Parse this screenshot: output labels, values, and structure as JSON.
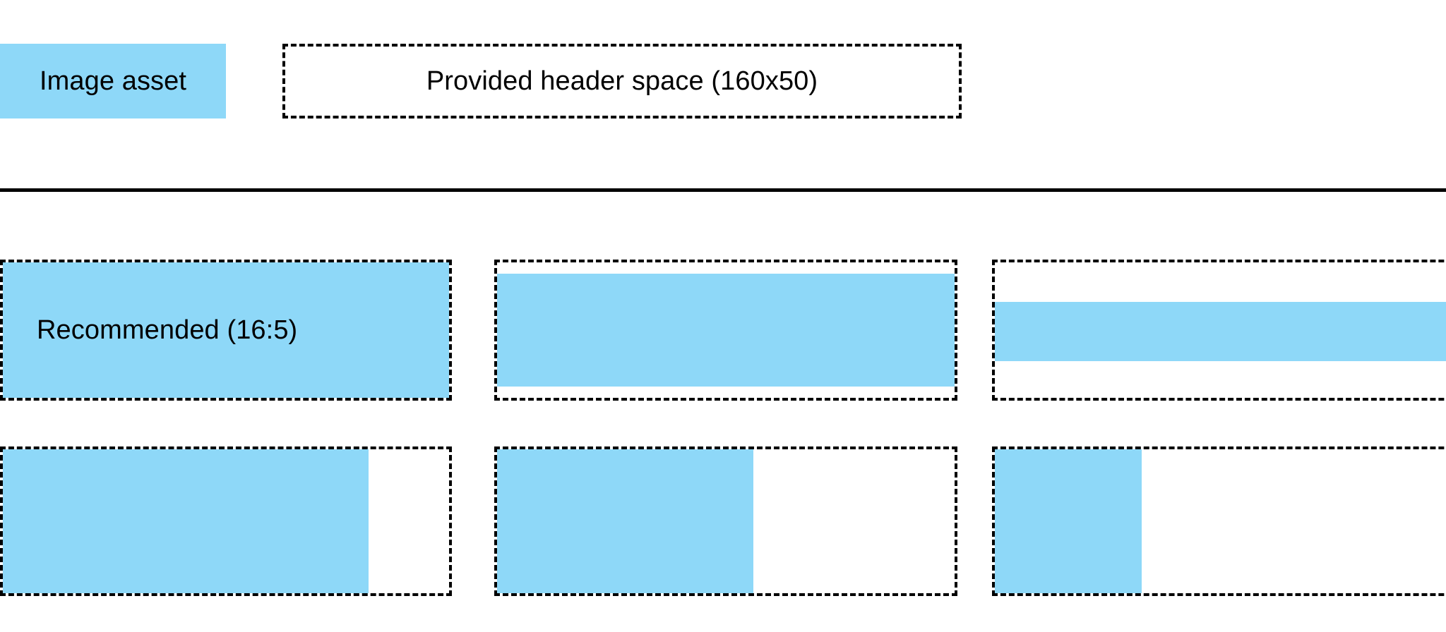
{
  "theme": {
    "fill_color": "#8ED8F8",
    "outline_color": "#000000",
    "background_color": "#FFFFFF"
  },
  "header": {
    "image_asset_label": "Image asset",
    "provided_space_label": "Provided header space (160x50)"
  },
  "grid": {
    "rows": [
      {
        "name": "aspect-ratio-row",
        "cells": [
          {
            "label": "Recommended (16:5)",
            "fill": "full"
          },
          {
            "label": "",
            "fill": "band-tall"
          },
          {
            "label": "",
            "fill": "band-short"
          }
        ]
      },
      {
        "name": "width-fit-row",
        "cells": [
          {
            "label": "",
            "fill": "left-82"
          },
          {
            "label": "",
            "fill": "left-56"
          },
          {
            "label": "",
            "fill": "left-30"
          }
        ]
      }
    ]
  }
}
